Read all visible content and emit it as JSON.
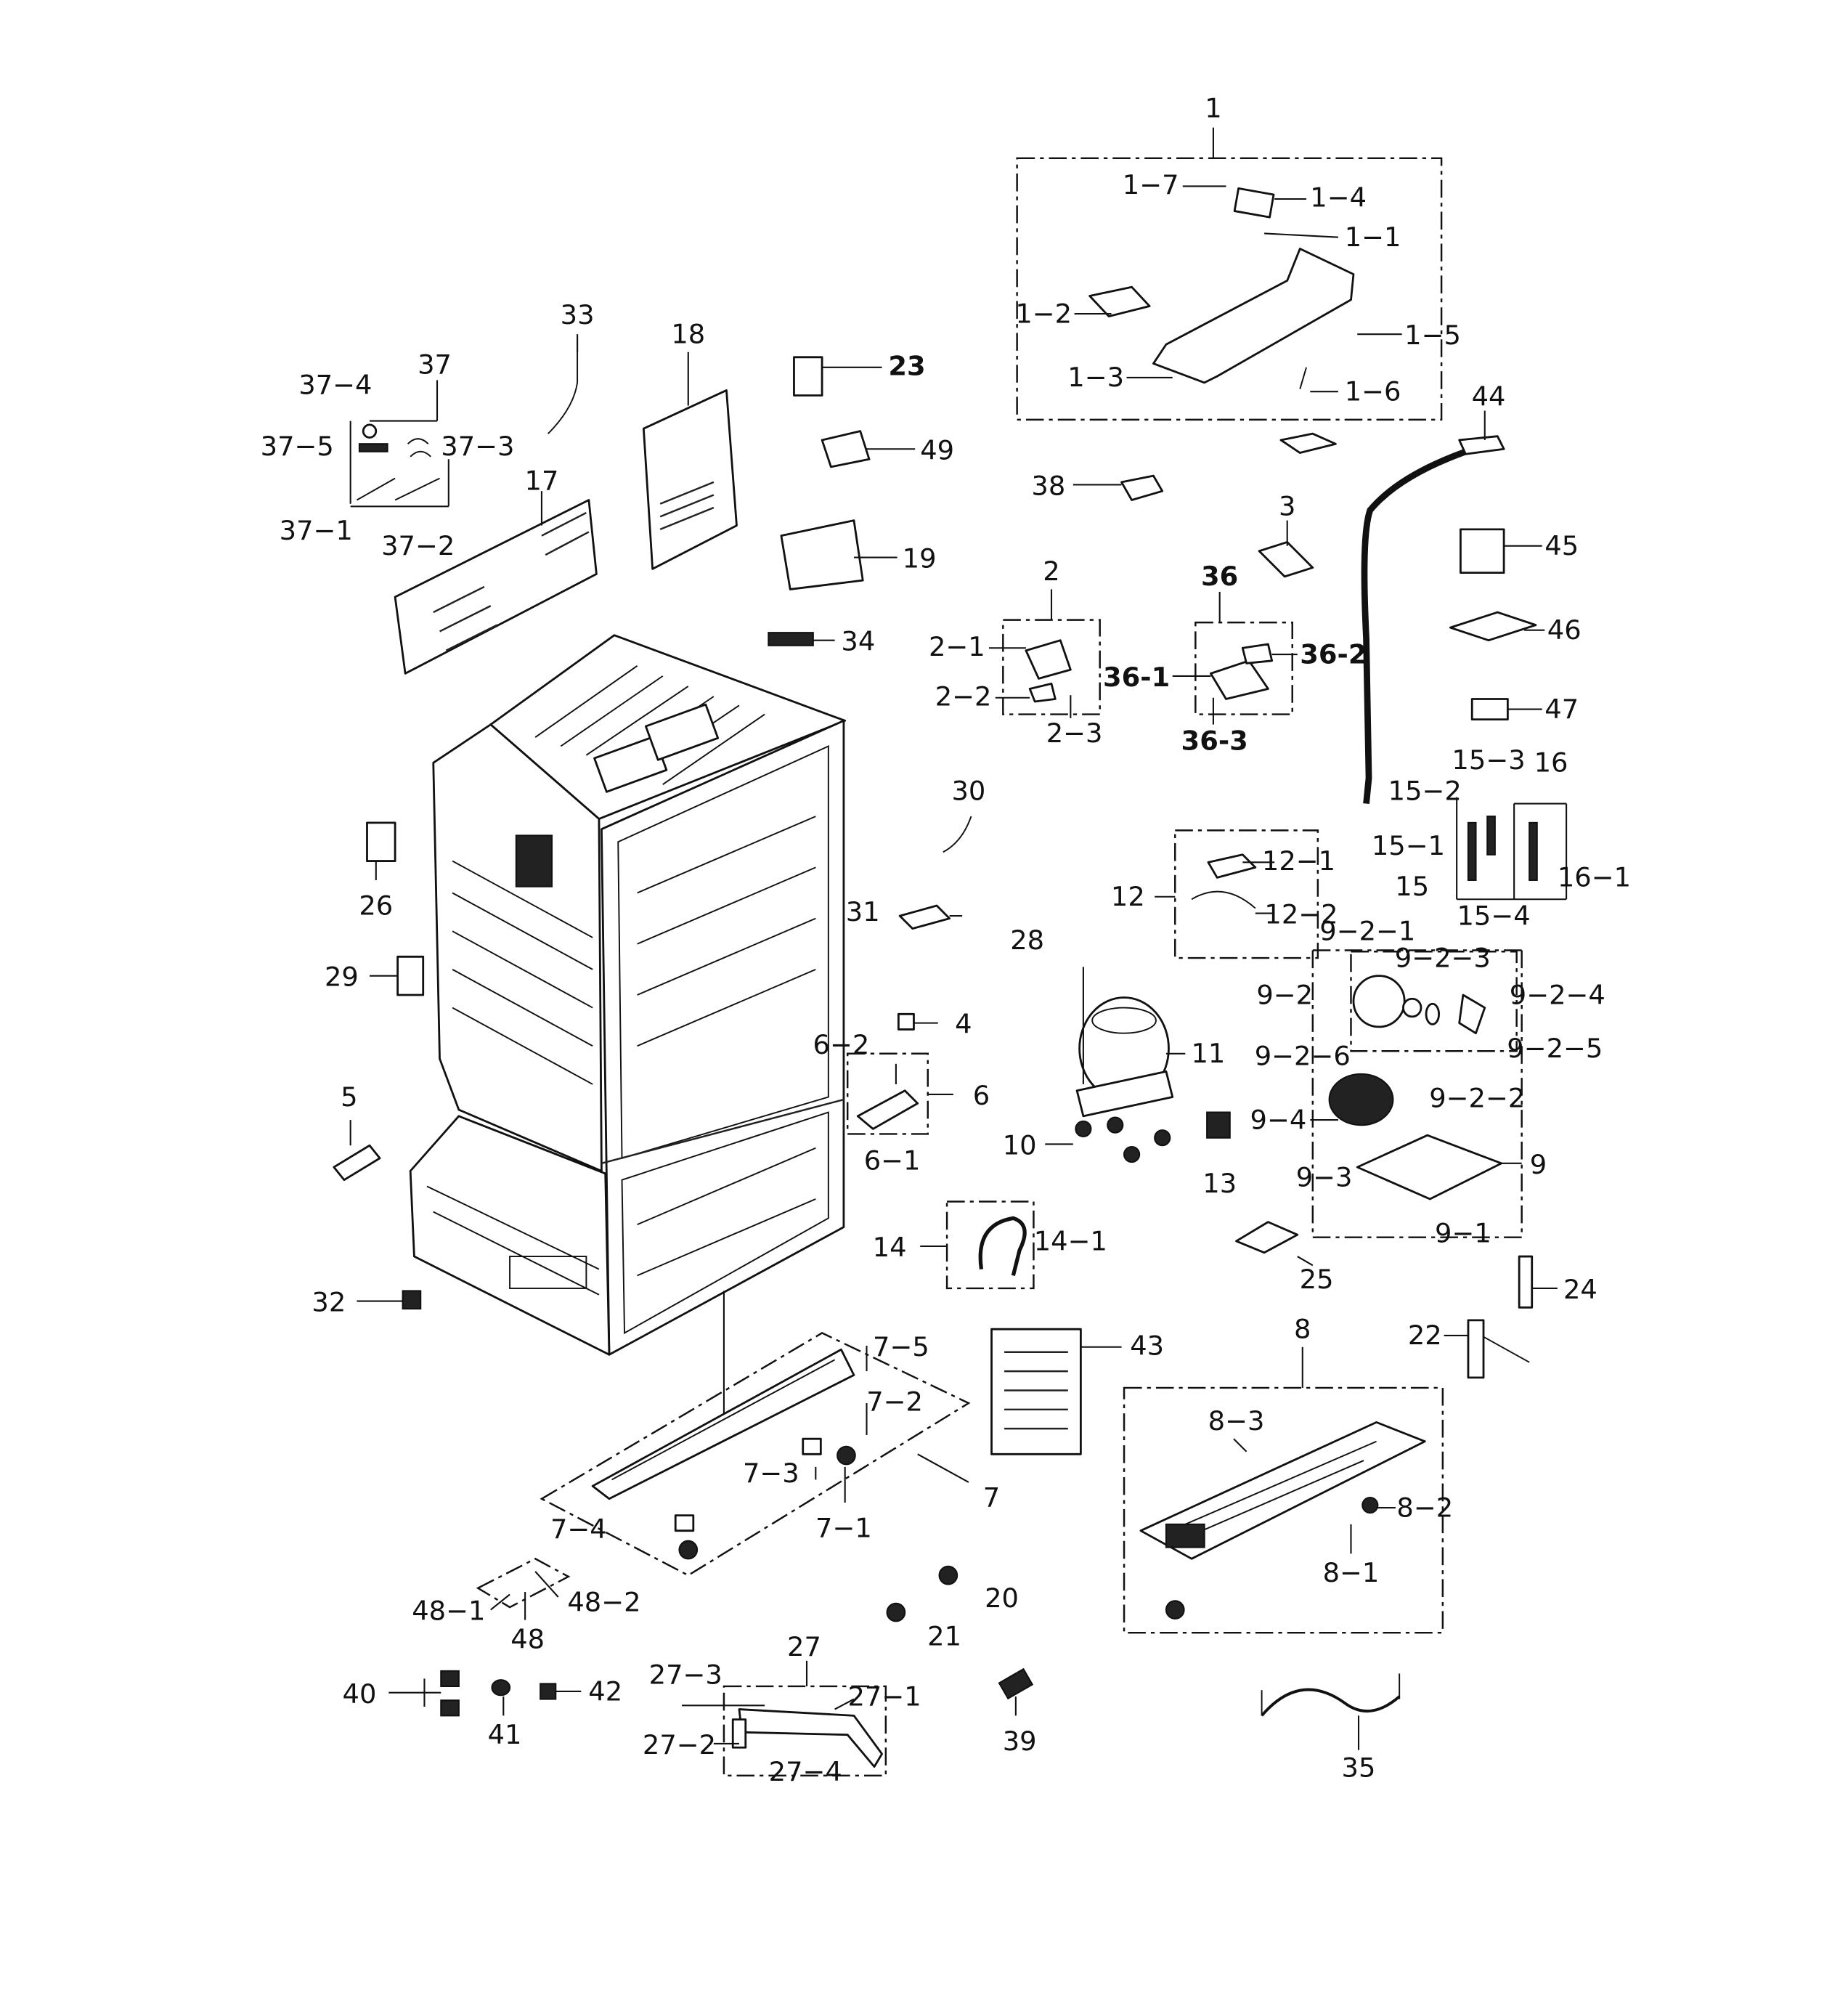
{
  "labels": {
    "p1": "1",
    "p1_7": "1−7",
    "p1_4": "1−4",
    "p1_1": "1−1",
    "p1_2": "1−2",
    "p1_5": "1−5",
    "p1_3": "1−3",
    "p1_6": "1−6",
    "p2": "2",
    "p2_1": "2−1",
    "p2_2": "2−2",
    "p2_3": "2−3",
    "p3": "3",
    "p4": "4",
    "p5": "5",
    "p6": "6",
    "p6_1": "6−1",
    "p6_2": "6−2",
    "p7": "7",
    "p7_1": "7−1",
    "p7_2": "7−2",
    "p7_3": "7−3",
    "p7_4": "7−4",
    "p7_5": "7−5",
    "p8": "8",
    "p8_1": "8−1",
    "p8_2": "8−2",
    "p8_3": "8−3",
    "p9": "9",
    "p9_1": "9−1",
    "p9_2": "9−2",
    "p9_3": "9−3",
    "p9_4": "9−4",
    "p9_2_1": "9−2−1",
    "p9_2_2": "9−2−2",
    "p9_2_3": "9−2−3",
    "p9_2_4": "9−2−4",
    "p9_2_5": "9−2−5",
    "p9_2_6": "9−2−6",
    "p10": "10",
    "p11": "11",
    "p12": "12",
    "p12_1": "12−1",
    "p12_2": "12−2",
    "p13": "13",
    "p14": "14",
    "p14_1": "14−1",
    "p15": "15",
    "p15_1": "15−1",
    "p15_2": "15−2",
    "p15_3": "15−3",
    "p15_4": "15−4",
    "p16": "16",
    "p16_1": "16−1",
    "p17": "17",
    "p18": "18",
    "p19": "19",
    "p20": "20",
    "p21": "21",
    "p22": "22",
    "p23": "23",
    "p24": "24",
    "p25": "25",
    "p26": "26",
    "p27": "27",
    "p27_1": "27−1",
    "p27_2": "27−2",
    "p27_3": "27−3",
    "p27_4": "27−4",
    "p28": "28",
    "p29": "29",
    "p30": "30",
    "p31": "31",
    "p32": "32",
    "p33": "33",
    "p34": "34",
    "p35": "35",
    "p36": "36",
    "p36_1": "36-1",
    "p36_2": "36-2",
    "p36_3": "36-3",
    "p37": "37",
    "p37_1": "37−1",
    "p37_2": "37−2",
    "p37_3": "37−3",
    "p37_4": "37−4",
    "p37_5": "37−5",
    "p38": "38",
    "p39": "39",
    "p40": "40",
    "p41": "41",
    "p42": "42",
    "p43": "43",
    "p44": "44",
    "p45": "45",
    "p46": "46",
    "p47": "47",
    "p48": "48",
    "p48_1": "48−1",
    "p48_2": "48−2",
    "p49": "49"
  }
}
